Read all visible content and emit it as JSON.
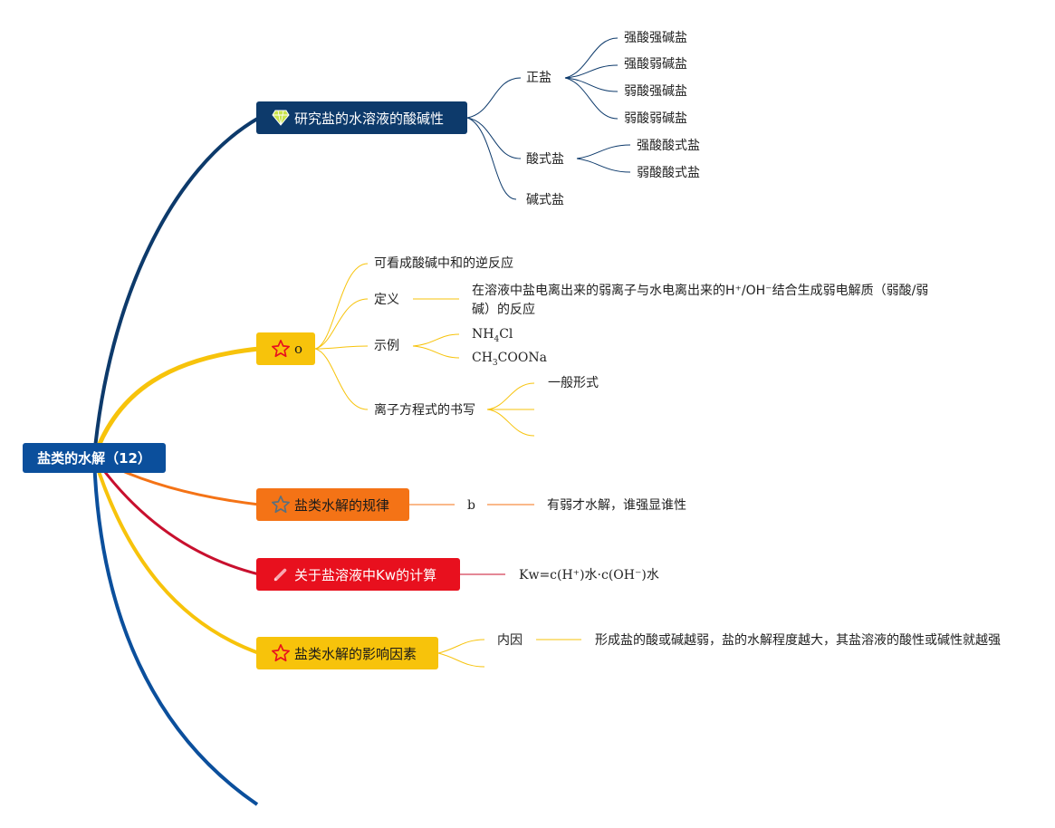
{
  "root": {
    "label": "盐类的水解（12）"
  },
  "topics": {
    "t1": {
      "label": "研究盐的水溶液的酸碱性",
      "icon": "diamond-icon"
    },
    "t2": {
      "label": "o",
      "icon": "star-icon"
    },
    "t3": {
      "label": "盐类水解的规律",
      "icon": "star-icon"
    },
    "t4": {
      "label": "关于盐溶液中Kw的计算",
      "icon": "pencil-icon"
    },
    "t5": {
      "label": "盐类水解的影响因素",
      "icon": "star-icon"
    }
  },
  "t1_children": {
    "zhengyan": "正盐",
    "zhengyan_items": [
      "强酸强碱盐",
      "强酸弱碱盐",
      "弱酸强碱盐",
      "弱酸弱碱盐"
    ],
    "suanshiyan": "酸式盐",
    "suanshiyan_items": [
      "强酸酸式盐",
      "弱酸酸式盐"
    ],
    "jianshiyan": "碱式盐"
  },
  "t2_children": {
    "reverse": "可看成酸碱中和的逆反应",
    "definition_label": "定义",
    "definition_text": "在溶液中盐电离出来的弱离子与水电离出来的H⁺/OH⁻结合生成弱电解质（弱酸/弱碱）的反应",
    "example_label": "示例",
    "example_1_a": "NH",
    "example_1_sub": "4",
    "example_1_b": "Cl",
    "example_2_a": "CH",
    "example_2_sub": "3",
    "example_2_b": "COONa",
    "equation_label": "离子方程式的书写",
    "equation_general": "一般形式"
  },
  "t3_children": {
    "mid": "b",
    "rule": "有弱才水解，谁强显谁性"
  },
  "t4_children": {
    "kw": "Kw=c(H⁺)水·c(OH⁻)水"
  },
  "t5_children": {
    "internal_label": "内因",
    "internal_text": "形成盐的酸或碱越弱，盐的水解程度越大，其盐溶液的酸性或碱性就越强"
  },
  "colors": {
    "navy": "#0d3a6b",
    "blue": "#0b4f9c",
    "yellow": "#f7c30b",
    "orange": "#f47316",
    "red": "#e8101e",
    "crimson": "#c8102e"
  }
}
